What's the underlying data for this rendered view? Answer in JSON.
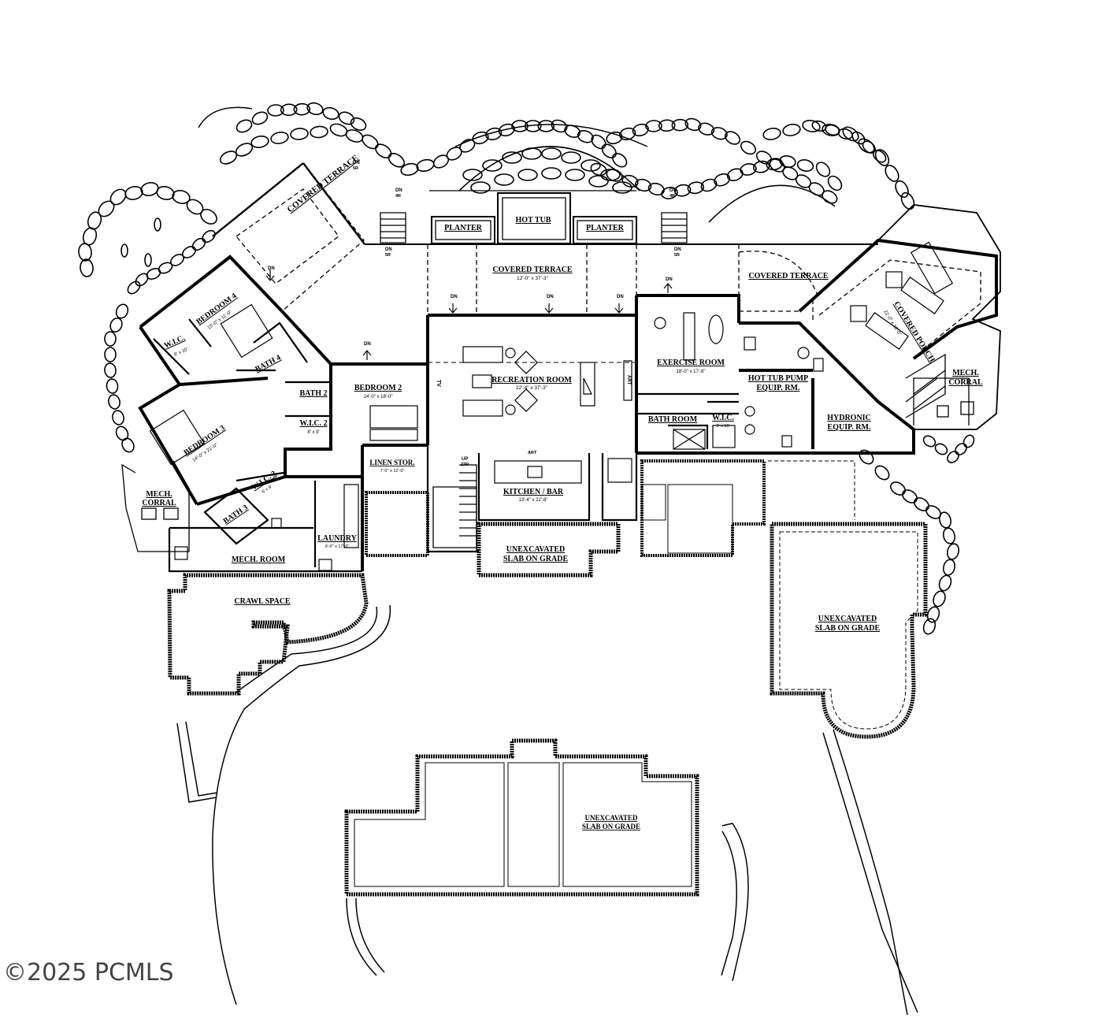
{
  "rooms": {
    "covered_terrace_nw": {
      "label": "COVERED TERRACE"
    },
    "planter_left": {
      "label": "PLANTER"
    },
    "hot_tub": {
      "label": "HOT TUB"
    },
    "planter_right": {
      "label": "PLANTER"
    },
    "covered_terrace_center": {
      "label": "COVERED TERRACE",
      "dim": "12'-0\" x 37'-3\""
    },
    "covered_terrace_east": {
      "label": "COVERED TERRACE"
    },
    "covered_porch": {
      "label": "COVERED PORCH",
      "dim": "22'-0\" x 16'-0\""
    },
    "bedroom4": {
      "label": "BEDROOM 4",
      "dim": "15'-0\" x 11'-0\""
    },
    "wic_b4": {
      "label": "W.I.C.",
      "dim": "8' x 10'"
    },
    "bath4": {
      "label": "BATH 4"
    },
    "bath2": {
      "label": "BATH 2"
    },
    "wic2": {
      "label": "W.I.C. 2",
      "dim": "8' x 9'"
    },
    "bedroom2": {
      "label": "BEDROOM 2",
      "dim": "14'-0\" x 18'-0\""
    },
    "recreation": {
      "label": "RECREATION ROOM",
      "dim": "22'-4\" x 37'-3\""
    },
    "exercise": {
      "label": "EXERCISE ROOM",
      "dim": "18'-0\" x 17'-8\""
    },
    "hot_tub_pump": {
      "label": "HOT TUB PUMP",
      "label2": "EQUIP. RM."
    },
    "hydronic": {
      "label": "HYDRONIC",
      "label2": "EQUIP. RM."
    },
    "mech_corral_e": {
      "label": "MECH.",
      "label2": "CORRAL"
    },
    "bath_room": {
      "label": "BATH ROOM"
    },
    "wic_e": {
      "label": "W.I.C.",
      "dim": "5' x 10'"
    },
    "bedroom3": {
      "label": "BEDROOM 3",
      "dim": "14'-0\" x 21'-0\""
    },
    "wic3": {
      "label": "W.I.C. 3",
      "dim": "6' x 9'"
    },
    "bath3": {
      "label": "BATH 3"
    },
    "mech_corral_w": {
      "label": "MECH.",
      "label2": "CORRAL"
    },
    "linen": {
      "label": "LINEN STOR.",
      "dim": "7'-0\" x 12'-0\""
    },
    "kitchen": {
      "label": "KITCHEN / BAR",
      "dim": "13'-4\" x 22'-8\""
    },
    "laundry": {
      "label": "LAUNDRY",
      "dim": "9'-0\" x 17'-0\""
    },
    "mech_room": {
      "label": "MECH. ROOM"
    },
    "unexcavated_center": {
      "label": "UNEXCAVATED",
      "label2": "SLAB ON GRADE"
    },
    "crawl": {
      "label": "CRAWL SPACE"
    },
    "unexcavated_east": {
      "label": "UNEXCAVATED",
      "label2": "SLAB ON GRADE"
    },
    "unexcavated_south": {
      "label": "UNEXCAVATED",
      "label2": "SLAB ON GRADE"
    }
  },
  "annotations": {
    "dn": "DN",
    "up": "UP",
    "up_risers": "23R",
    "r5": "5R",
    "r4": "4R",
    "r1": "1R",
    "tv": "TV",
    "art": "ART"
  },
  "watermark": "©2025 PCMLS"
}
